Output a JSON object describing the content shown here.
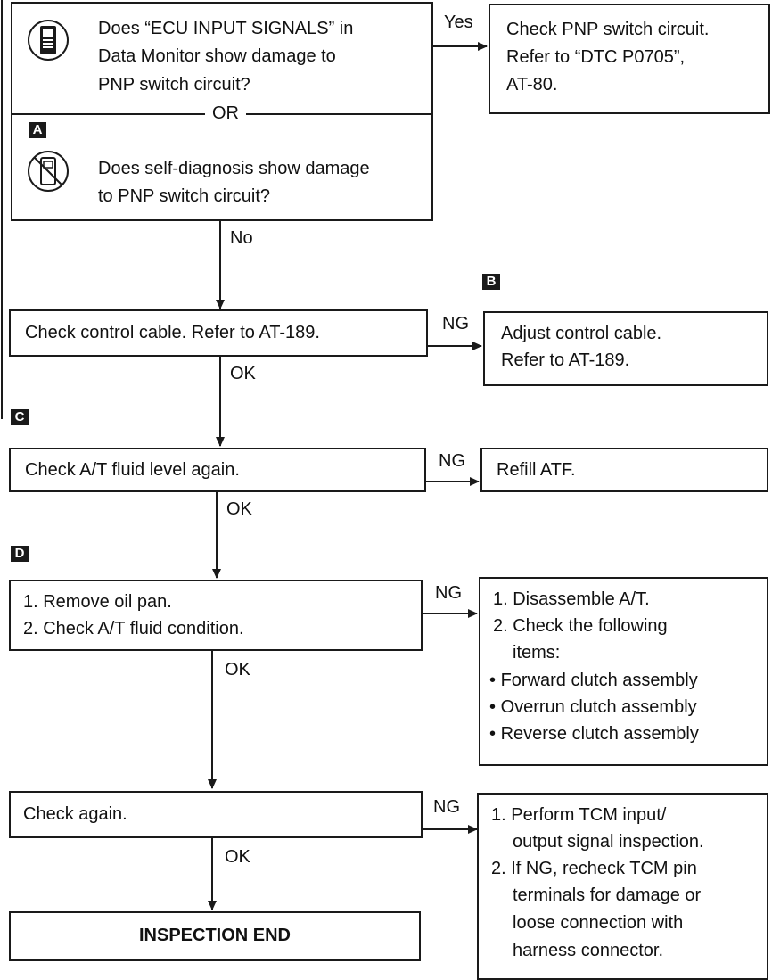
{
  "step1": {
    "question_a": [
      "Does “ECU INPUT SIGNALS” in",
      "Data Monitor show damage to",
      "PNP switch circuit?"
    ],
    "or_label": "OR",
    "tag": "A",
    "question_b": [
      "Does self-diagnosis show damage",
      "to PNP switch circuit?"
    ],
    "yes_label": "Yes",
    "no_label": "No",
    "yes_result": [
      "Check PNP switch circuit.",
      "Refer to “DTC P0705”,",
      "AT-80."
    ],
    "icon_a": "consult-tool-icon",
    "icon_b": "no-tool-icon"
  },
  "step2": {
    "tag": "B",
    "text": "Check control cable. Refer to AT-189.",
    "ng_label": "NG",
    "ok_label": "OK",
    "ng_result": [
      "Adjust control cable.",
      "Refer to AT-189."
    ]
  },
  "step3": {
    "tag": "C",
    "text": "Check A/T fluid level again.",
    "ng_label": "NG",
    "ok_label": "OK",
    "ng_result": "Refill ATF."
  },
  "step4": {
    "tag": "D",
    "lines": [
      "1. Remove oil pan.",
      "2. Check A/T fluid condition."
    ],
    "ng_label": "NG",
    "ok_label": "OK",
    "ng_result": [
      "1. Disassemble A/T.",
      "2. Check the following",
      "items:"
    ],
    "bullets": [
      "Forward clutch assembly",
      "Overrun clutch assembly",
      "Reverse clutch assembly"
    ]
  },
  "step5": {
    "text": "Check again.",
    "ng_label": "NG",
    "ok_label": "OK",
    "ng_result": [
      "1. Perform TCM input/",
      "output signal inspection.",
      "2. If NG, recheck TCM pin",
      "terminals for damage or",
      "loose connection with",
      "harness connector."
    ]
  },
  "end": {
    "text": "INSPECTION END"
  }
}
